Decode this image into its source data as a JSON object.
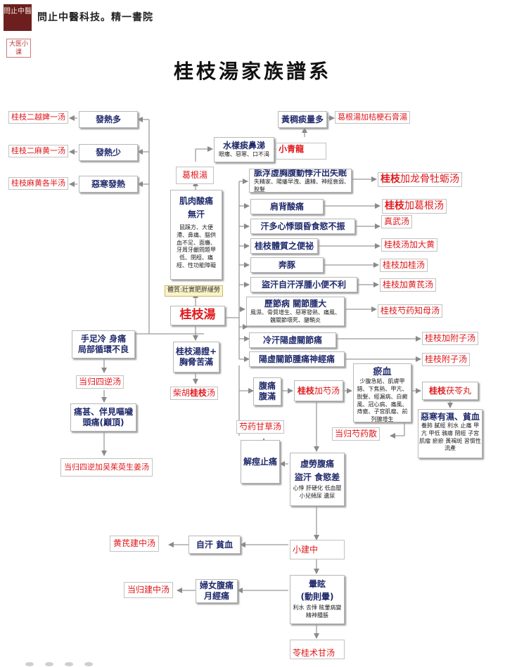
{
  "header": {
    "brand": "問止中醫科技。精一書院",
    "logo_main": "問止中醫",
    "logo_sub": "大医小课",
    "title": "桂枝湯家族譜系"
  },
  "center": {
    "main": "桂枝湯",
    "constitution": "體質:壯實肥胖緩勞"
  },
  "muscle": {
    "l1": "肌肉酸痛",
    "l2": "無汗",
    "detail": "鼠蹊方、大便滯、鼻痛、腦供血不足、面癱、牙周牙齦問題甲低、閉經、痛經、性功能障礙"
  },
  "gegen": "葛根湯",
  "shuiyang": {
    "title": "水樣痰鼻涕",
    "detail": "眼癢、惡寒、口不渴"
  },
  "xiaoqinglong": "小青龍",
  "huangtan": "黃稠痰量多",
  "gegen_jiegeng": "葛根湯加桔梗石膏湯",
  "left": {
    "r1": {
      "red": "桂枝",
      "rest": "二越婢一汤",
      "box": "發熱多"
    },
    "r2": {
      "red": "桂枝",
      "rest": "二麻黄一汤",
      "box": "發熱少"
    },
    "r3": {
      "red": "桂枝",
      "rest": "麻黄各半汤",
      "box": "惡寒發熱"
    }
  },
  "right": {
    "r1": {
      "title": "脈浮虛胸腹動悸汗出失眠",
      "detail": "失精家、陽痿早洩、遺精、神經衰弱、脫髮",
      "red": "桂枝",
      "rest": "加龙骨牡蛎汤"
    },
    "r2": {
      "box": "肩背酸痛",
      "red": "桂枝",
      "rest": "加葛根汤"
    },
    "r3": {
      "box": "汗多心悸頭昏食慾不振",
      "formula": "真武汤"
    },
    "r4": {
      "box_red": "桂枝",
      "box_rest": "體質之便祕",
      "formula": "桂枝汤加大黄"
    },
    "r5": {
      "box": "奔豚",
      "formula": "桂枝加桂汤"
    },
    "r6": {
      "box": "盜汗自汗浮腫小便不利",
      "formula": "桂枝加黄芪汤"
    },
    "r7": {
      "title": "歷節病 關節腫大",
      "detail": "風濕、骨質增生、惡寒發熱、痛風、髖關節壞死、腱鞘炎",
      "formula": "桂枝芍药知母汤"
    },
    "r8": {
      "box": "冷汗陽虛關節痛",
      "formula": "桂枝加附子汤"
    },
    "r9": {
      "box": "陽虛關節腫痛神經痛",
      "formula": "桂枝附子汤"
    }
  },
  "shaoyao": {
    "fuman": {
      "l1": "腹痛",
      "l2": "腹滿"
    },
    "guizhi_jiashao": {
      "red": "桂枝",
      "rest": "加芍汤"
    },
    "yuxue": {
      "title": "瘀血",
      "detail": "少腹急結、肌膚甲錯、下焦熱、甲亢、脫髮、經漏病、白癜風、冠心病、痛風、痔瘡、子宮肌瘤、前列腺增生"
    },
    "fuling": {
      "red": "桂枝",
      "rest": "茯苓丸"
    },
    "ehan": {
      "title": "惡寒有濕、貧血",
      "detail": "養肺 膩經 利水 止痛 甲亢 甲低 鴉瘍 閉經 子宮肌瘤 瘀瘀 黃褐斑 習慣性流產"
    },
    "danggui_shaoyao": "当归芍药散",
    "shaoyao_gancao": "芍药甘草汤",
    "jieyu": "解痙止痛"
  },
  "lower_left": {
    "shouzu": {
      "l1": "手足冷 身痛",
      "l2": "局部循環不良"
    },
    "sini": "当归四逆汤",
    "tongshen": {
      "l1": "痛甚、伴見嘔噦",
      "l2": "頭痛(巔頂)"
    },
    "sini_wuzhuyu": "当归四逆加吴茱萸生姜汤",
    "xiong": {
      "l1": "桂枝湯證+",
      "l2": "胸脅苦滿"
    },
    "chaihu": {
      "r1": "柴胡",
      "red": "桂枝",
      "r2": "汤"
    }
  },
  "jianzhong": {
    "xulao": {
      "l1": "虛勞腹痛",
      "l2": "盜汗 食慾差",
      "detail": "心悸 肝硬化 低血壓 小兒頻尿 遺尿"
    },
    "xiaojianzhong": "小建中",
    "ziham": "自汗 貧血",
    "huangqi": "黄芪建中汤",
    "funv": {
      "l1": "婦女腹痛",
      "l2": "月經痛"
    },
    "danggui_jz": "当归建中汤",
    "yunxuan": {
      "l1": "暈眩",
      "l2": "(動則暈)",
      "detail": "利水 去悸 眩暈病變 精神腫脹"
    },
    "linggui": "苓桂术甘汤"
  }
}
